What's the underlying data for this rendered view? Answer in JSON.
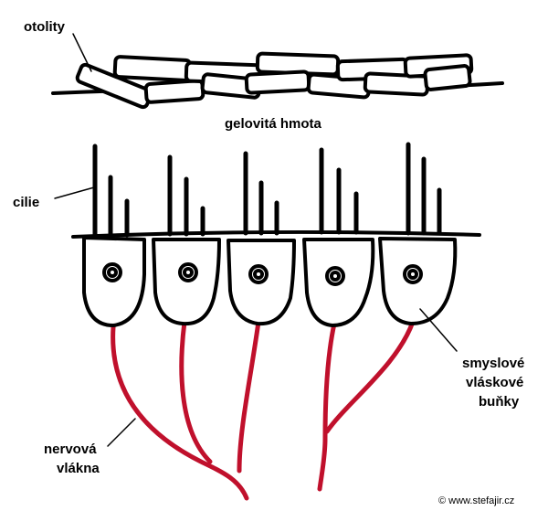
{
  "labels": {
    "otolity": "otolity",
    "gelovita_hmota": "gelovitá hmota",
    "cilie": "cilie",
    "smyslove_line1": "smyslové",
    "smyslove_line2": "vláskové",
    "smyslove_line3": "buňky",
    "nervova_line1": "nervová",
    "nervova_line2": "vlákna"
  },
  "credit": "© www.stefajir.cz",
  "colors": {
    "ink": "#000000",
    "nerve": "#c0102c",
    "background": "#ffffff"
  }
}
